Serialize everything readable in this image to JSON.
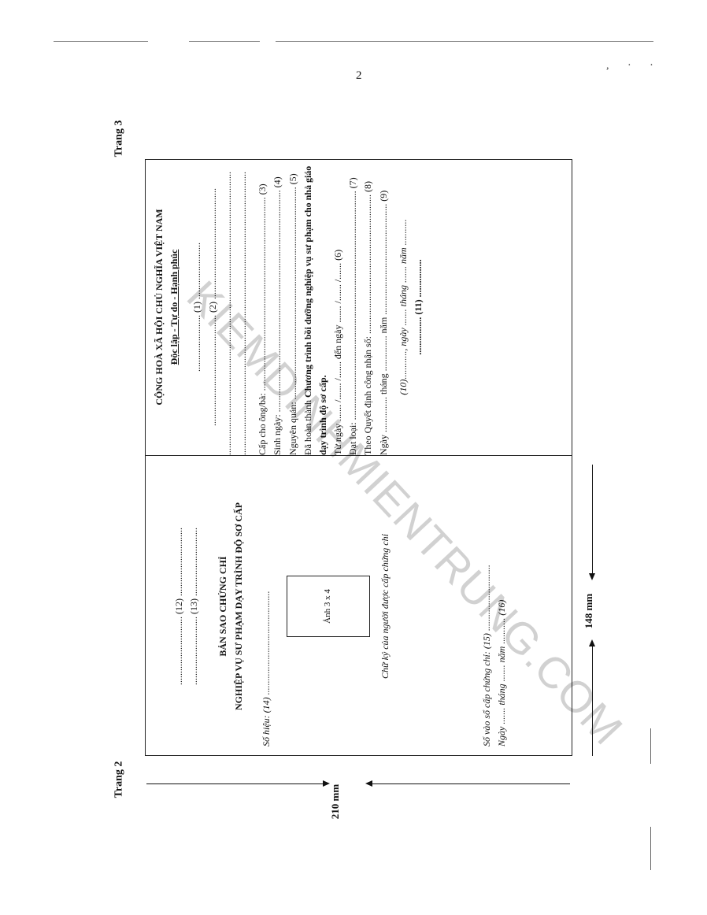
{
  "page_number": "2",
  "labels": {
    "trang3": "Trang 3",
    "trang2": "Trang 2"
  },
  "dimensions": {
    "height": "210 mm",
    "width": "148 mm"
  },
  "watermark": "KIEMDINHMIENTRUNG.COM",
  "certificate": {
    "country": "CỘNG HOÀ XÃ HỘI CHỦ NGHĨA VIỆT NAM",
    "motto": "Độc lập - Tự do - Hạnh phúc",
    "line1": "........................ (1) ........................",
    "line2": "............................................... (2) ...............................................",
    "dots_a": "........................................................................................................................",
    "dots_b": "........................................................................................................................",
    "issued_to": "Cấp cho ông/bà: .................................................................................. (3)",
    "dob": "Sinh ngày: .............................................................................................. (4)",
    "hometown": "Nguyên quán: .......................................................................................... (5)",
    "completed_prefix": "Đã hoàn thành ",
    "completed_bold": "Chương trình bồi dưỡng nghiệp vụ sư phạm cho nhà giáo dạy trình độ sơ cấp.",
    "from_to": "Từ ngày ....... /....... /....... đến ngày ....... /....... /....... (6)",
    "grade": "Đạt loại: ................................................................................................. (7)",
    "decision": "Theo Quyết định công nhận số: ........................................................... (8)",
    "date": "Ngày ............... tháng ............... năm ............................................... (9)",
    "sign_date": "(10)............, ngày ....... tháng ....... năm ...........",
    "sign": "................ (11) ................"
  },
  "copy": {
    "line12": "............................. (12) .............................",
    "line13": "............................. (13) .............................",
    "title": "BẢN SAO CHỨNG CHỈ",
    "subtitle": "NGHIỆP VỤ SƯ PHẠM DẠY TRÌNH ĐỘ SƠ CẤP",
    "serial": "Số hiệu: (14) ............................................",
    "photo": "Ảnh 3 x 4",
    "holder_sign": "Chữ ký của người được cấp chứng chỉ",
    "register": "Số vào sổ cấp chứng chỉ: (15) ............................",
    "copy_date": "Ngày ....... tháng ....... năm ........... (16)"
  }
}
